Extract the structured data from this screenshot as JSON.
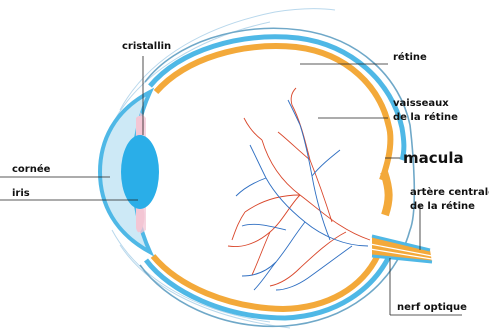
{
  "colors": {
    "sclera_outline": "#6fa8c8",
    "choroid": "#4fb8e6",
    "retina": "#f3a93a",
    "cornea": "#cde9f6",
    "lens": "#2aaee8",
    "iris": "#f3c6d4",
    "arteries": "#d9472b",
    "veins": "#2f6fc2",
    "eyelid": "#b9d8ec",
    "label_text": "#111111"
  },
  "labels": {
    "cristallin": "cristallin",
    "retine": "rétine",
    "vaisseaux_line1": "vaisseaux",
    "vaisseaux_line2": "de la rétine",
    "macula": "macula",
    "artere_line1": "artère centrale",
    "artere_line2": "de la rétine",
    "cornee": "cornée",
    "iris": "iris",
    "nerf": "nerf optique"
  }
}
